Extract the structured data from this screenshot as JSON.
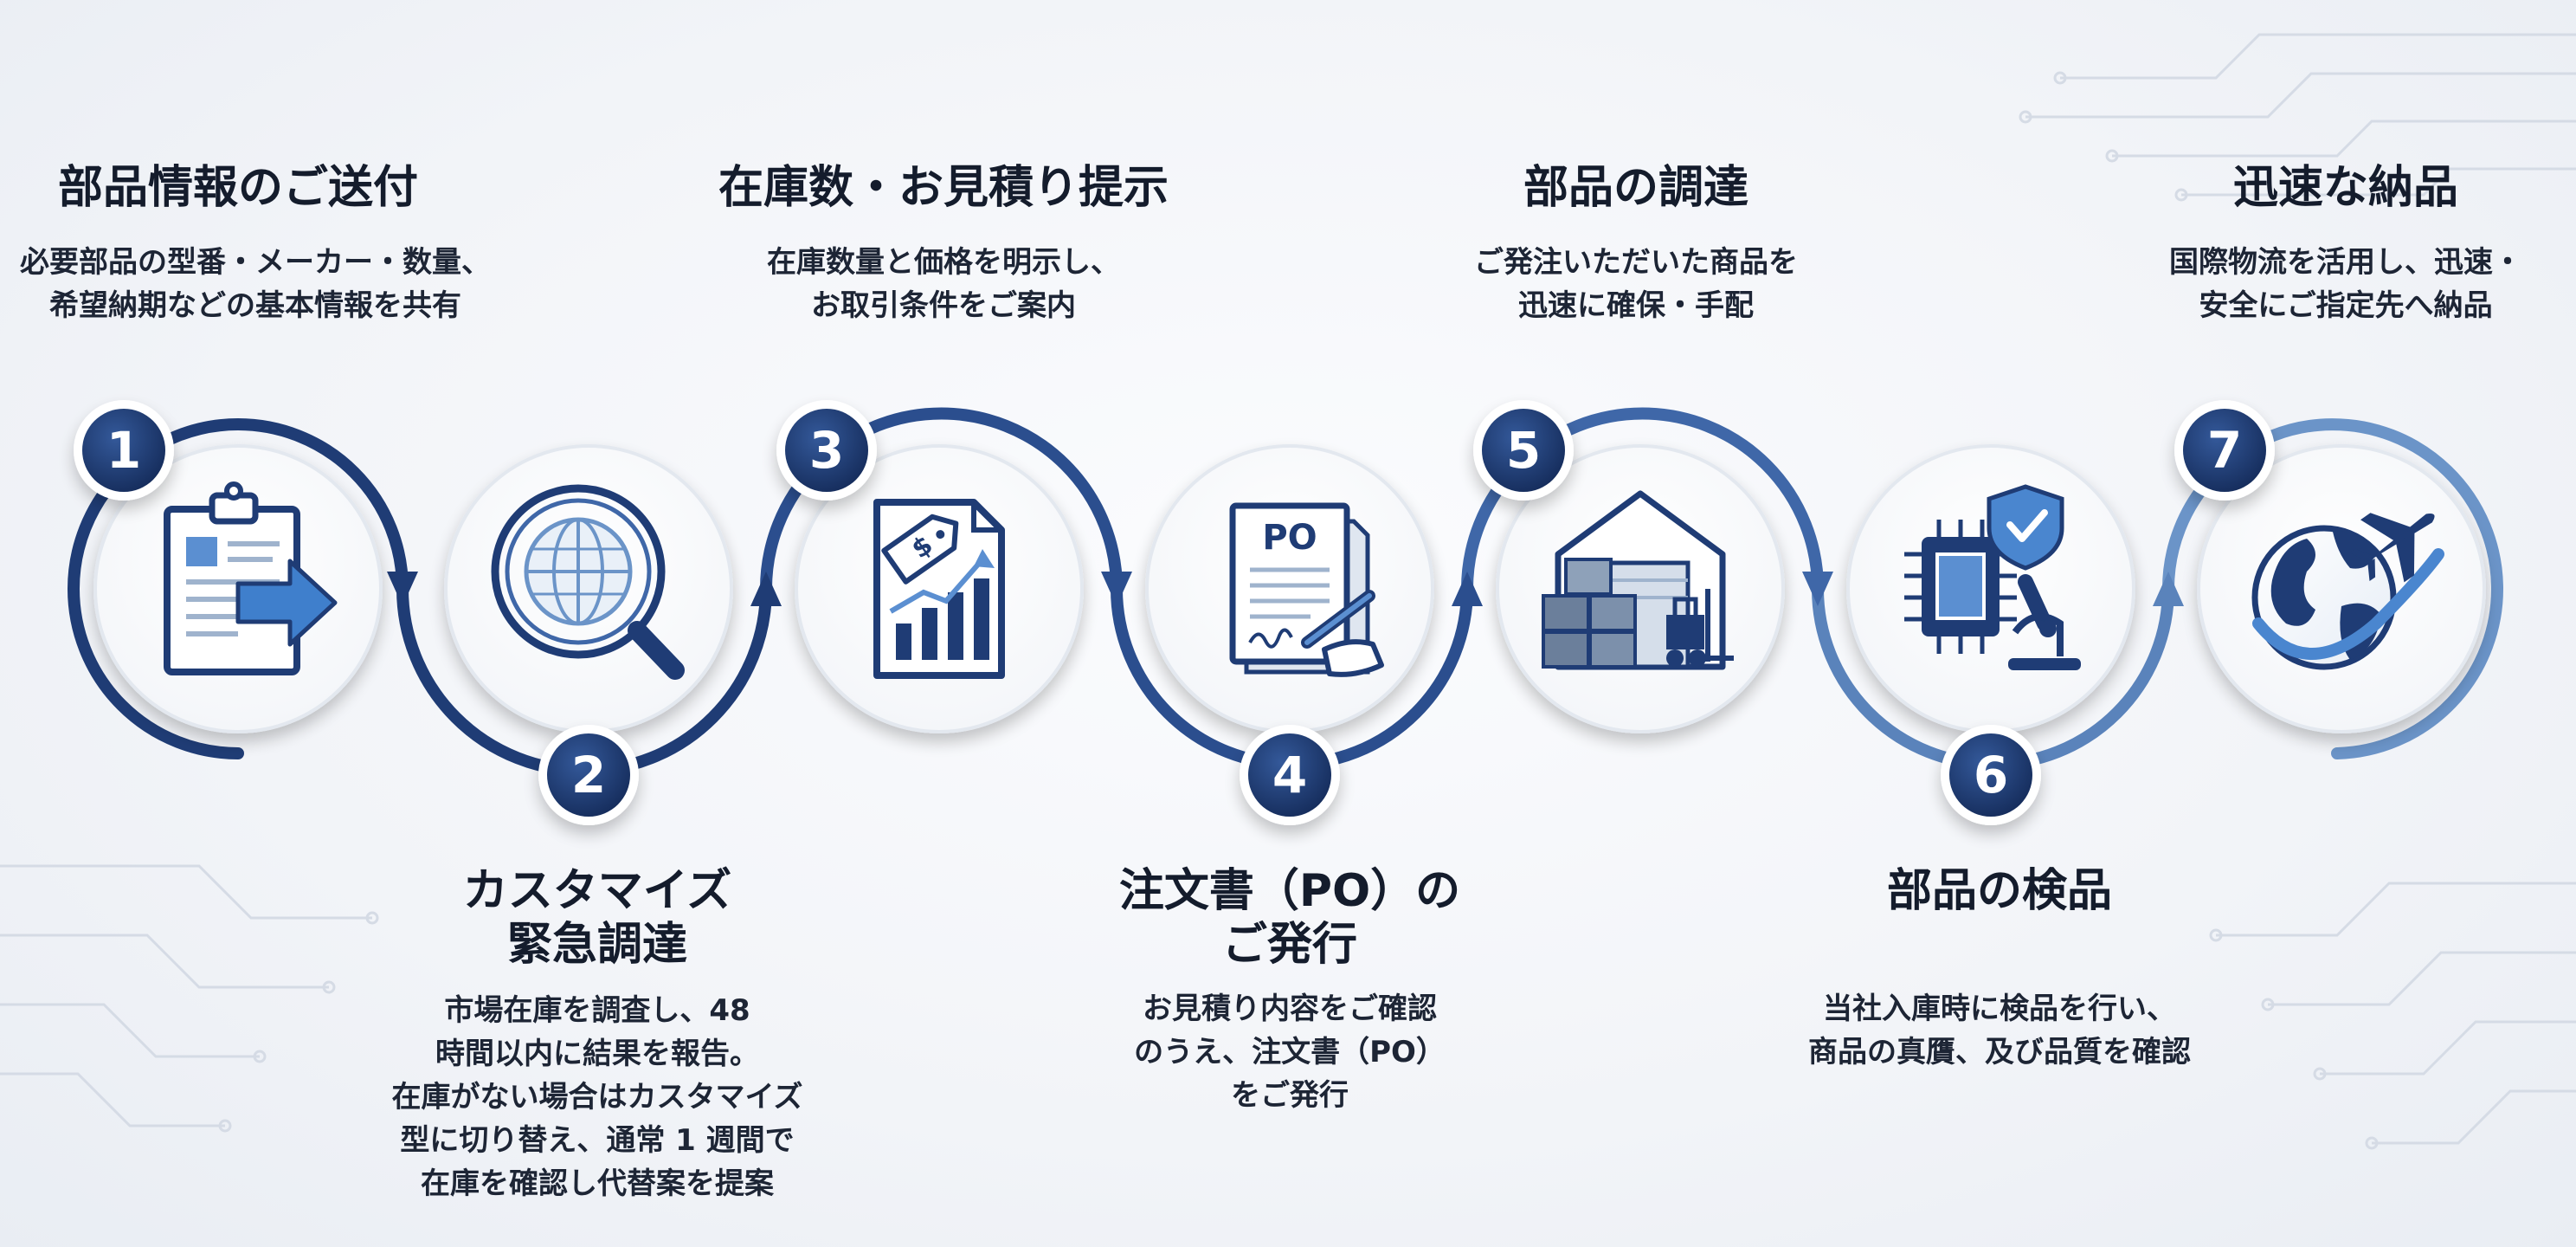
{
  "steps": [
    {
      "number": "1",
      "title_lines": [
        "部品情報のご送付"
      ],
      "desc_lines": [
        "必要部品の型番・メーカー・数量、",
        "希望納期などの基本情報を共有"
      ],
      "icon": "clipboard-send-icon"
    },
    {
      "number": "2",
      "title_lines": [
        "カスタマイズ",
        "緊急調達"
      ],
      "desc_lines": [
        "市場在庫を調査し、48",
        "時間以内に結果を報告。",
        "在庫がない場合はカスタマイズ",
        "型に切り替え、通常 1 週間で",
        "在庫を確認し代替案を提案"
      ],
      "icon": "globe-search-icon"
    },
    {
      "number": "3",
      "title_lines": [
        "在庫数・お見積り提示"
      ],
      "desc_lines": [
        "在庫数量と価格を明示し、",
        "お取引条件をご案内"
      ],
      "icon": "price-chart-document-icon"
    },
    {
      "number": "4",
      "title_lines": [
        "注文書（PO）の",
        "ご発行"
      ],
      "desc_lines": [
        "お見積り内容をご確認",
        "のうえ、注文書（PO）",
        "をご発行"
      ],
      "icon": "po-signature-icon",
      "icon_text": "PO"
    },
    {
      "number": "5",
      "title_lines": [
        "部品の調達"
      ],
      "desc_lines": [
        "ご発注いただいた商品を",
        "迅速に確保・手配"
      ],
      "icon": "warehouse-forklift-icon"
    },
    {
      "number": "6",
      "title_lines": [
        "部品の検品"
      ],
      "desc_lines": [
        "当社入庫時に検品を行い、",
        "商品の真贋、及び品質を確認"
      ],
      "icon": "chip-inspection-icon"
    },
    {
      "number": "7",
      "title_lines": [
        "迅速な納品"
      ],
      "desc_lines": [
        "国際物流を活用し、迅速・",
        "安全にご指定先へ納品"
      ],
      "icon": "globe-airplane-icon"
    }
  ],
  "colors": {
    "dark_navy": "#1f3c75",
    "medium_blue": "#3f67a8",
    "light_blue": "#6b94c8",
    "text": "#141c2c",
    "background": "#f3f5f9"
  }
}
